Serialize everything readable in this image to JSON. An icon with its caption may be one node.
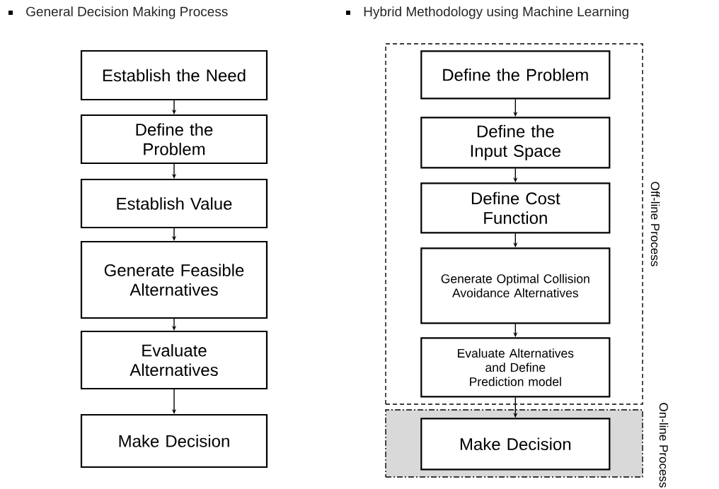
{
  "diagram": {
    "nodes": [
      {
        "text": [
          "Establish the Need"
        ]
      },
      {
        "text": [
          "Define the Problem"
        ]
      },
      {
        "text": [
          "Establish Value"
        ]
      },
      {
        "text": [
          "Generate Feasible Alternatives"
        ]
      },
      {
        "text": [
          "Evaluate Alternatives"
        ]
      },
      {
        "text": [
          "Make Decision"
        ]
      },
      {
        "text": [
          "Off-line Process"
        ]
      },
      {
        "text": [
          "Define the Problem"
        ],
        "in": 6
      },
      {
        "text": [
          "Define the Input Space"
        ],
        "in": 6
      },
      {
        "text": [
          "Define Cost Function"
        ],
        "in": 6
      },
      {
        "text": [
          "Generate Optimal Collision Avoidance Alternatives"
        ],
        "in": 6
      },
      {
        "text": [
          "Evaluate Alternatives and Define Prediction model"
        ],
        "in": 6
      },
      {
        "text": [
          "On-line Process"
        ]
      },
      {
        "text": [
          "Make Decision"
        ],
        "in": 12
      }
    ],
    "edges": [
      {
        "from": 0,
        "to": 1,
        "arrow": "to"
      },
      {
        "from": 1,
        "to": 2,
        "arrow": "to"
      },
      {
        "from": 2,
        "to": 3,
        "arrow": "to"
      },
      {
        "from": 3,
        "to": 4,
        "arrow": "to"
      },
      {
        "from": 4,
        "to": 5,
        "arrow": "to"
      },
      {
        "from": 7,
        "to": 8,
        "arrow": "to"
      },
      {
        "from": 8,
        "to": 9,
        "arrow": "to"
      },
      {
        "from": 9,
        "to": 10,
        "arrow": "to"
      },
      {
        "from": 10,
        "to": 11,
        "arrow": "to"
      },
      {
        "from": 11,
        "to": 13,
        "arrow": "to"
      }
    ],
    "labels": [
      "General Decision Making Process",
      "Hybrid Methodology using Machine Learning"
    ]
  }
}
